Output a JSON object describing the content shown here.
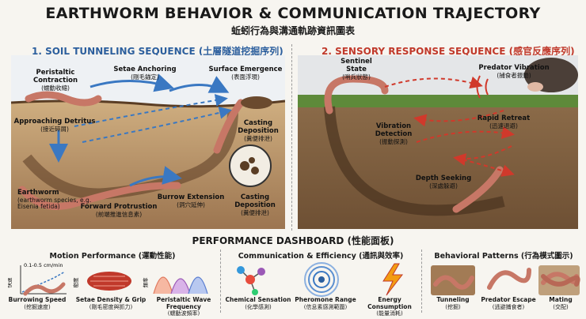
{
  "title": "EARTHWORM BEHAVIOR & COMMUNICATION TRAJECTORY",
  "subtitle": "蚯蚓行為與溝通軌跡資訊圖表",
  "section1": {
    "heading": "1. SOIL TUNNELING SEQUENCE (土層隧道挖掘序列)",
    "labels": {
      "peristaltic": "Peristaltic Contraction",
      "peristaltic_zh": "(蠕動收縮)",
      "setae": "Setae Anchoring",
      "setae_zh": "(剛毛錨定)",
      "surface": "Surface Emergence",
      "surface_zh": "(表面浮現)",
      "approaching": "Approaching Detritus",
      "approaching_zh": "(接近碎屑)",
      "casting1": "Casting Deposition",
      "casting1_zh": "(糞便排泄)",
      "earthworm": "Earthworm",
      "earthworm_sub": "(earthworm species, e.g. Eisenia fetida)",
      "forward": "Forward Protrustion",
      "forward_zh": "(前端推進信息素)",
      "burrow": "Burrow Extension",
      "burrow_zh": "(洞穴延伸)",
      "casting2": "Casting Deposition",
      "casting2_zh": "(糞便排泄)"
    }
  },
  "section2": {
    "heading": "2. SENSORY RESPONSE SEQUENCE (感官反應序列)",
    "labels": {
      "sentinel": "Sentinel State",
      "sentinel_zh": "(哨兵狀態)",
      "predator": "Predator Vibration",
      "predator_zh": "(捕食者振動)",
      "vibration": "Vibration Detection",
      "vibration_zh": "(振動探測)",
      "retreat": "Rapid Retreat",
      "retreat_zh": "(迅速退避)",
      "depth": "Depth Seeking",
      "depth_zh": "(深處躲避)"
    }
  },
  "dashboard": {
    "title": "PERFORMANCE DASHBOARD (性能面板)",
    "motion": {
      "title": "Motion Performance (運動性能)",
      "speed_range": "0.1-0.5 cm/min",
      "speed_axis": "快速",
      "density_axis": "密度",
      "freq_axis": "頻率",
      "items": [
        {
          "label": "Burrowing Speed",
          "zh": "(挖掘速度)"
        },
        {
          "label": "Setae Density & Grip",
          "zh": "(剛毛密度與抓力)"
        },
        {
          "label": "Peristaltic Wave Frequency",
          "zh": "(蠕動波頻率)"
        }
      ]
    },
    "comm": {
      "title": "Communication & Efficiency (通訊與效率)",
      "items": [
        {
          "label": "Chemical Sensation",
          "zh": "(化學感測)"
        },
        {
          "label": "Pheromone Range",
          "zh": "(信息素感測範圍)"
        },
        {
          "label": "Energy Consumption",
          "zh": "(能量消耗)"
        }
      ]
    },
    "patterns": {
      "title": "Behavioral Patterns (行為模式圖示)",
      "items": [
        {
          "label": "Tunneling",
          "zh": "(挖掘)"
        },
        {
          "label": "Predator Escape",
          "zh": "(逃避捕食者)"
        },
        {
          "label": "Mating",
          "zh": "(交配)"
        }
      ]
    }
  },
  "colors": {
    "soil_dark": "#6b4a2e",
    "soil_light": "#c9a87c",
    "worm": "#c77766",
    "arrow_blue": "#3a78c2",
    "arrow_red": "#d0392b"
  }
}
